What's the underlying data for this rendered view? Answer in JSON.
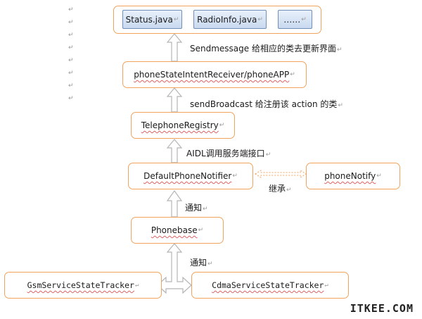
{
  "top_group": {
    "boxes": [
      "Status.java",
      "RadioInfo.java",
      "……"
    ]
  },
  "nodes": {
    "phone_state_receiver": "phoneStateIntentReceiver/phoneAPP",
    "telephone_registry": "TelephoneRegistry",
    "default_phone_notifier": "DefaultPhoneNotifier",
    "phone_notify": "phoneNotify",
    "phonebase": "Phonebase",
    "gsm_tracker": "GsmServiceStateTracker",
    "cdma_tracker": "CdmaServiceStateTracker"
  },
  "edge_labels": {
    "sendmessage": "Sendmessage 给相应的类去更新界面",
    "sendbroadcast": "sendBroadcast 给注册该 action 的类",
    "aidl": "AIDL调用服务端接口",
    "inherit": "继承",
    "notify_1": "通知",
    "notify_2": "通知"
  },
  "paragraph_mark": "↵",
  "watermark": "ITKEE.COM",
  "colors": {
    "box_border": "#f2a35e",
    "arrow_border": "#b5b5b5",
    "inner_box_border": "#6f8fb8",
    "inner_box_fill": "#c9d9ef",
    "spellcheck_underline": "#e06060"
  }
}
